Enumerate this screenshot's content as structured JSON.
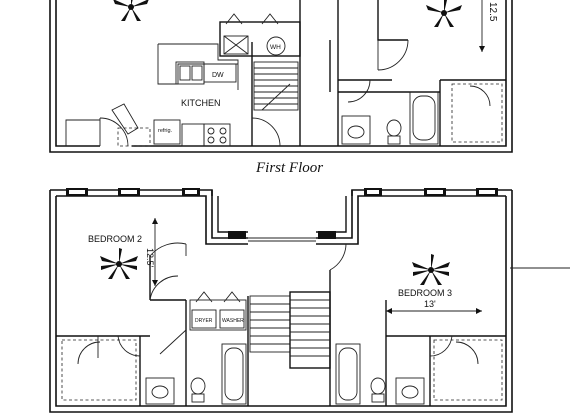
{
  "first_floor": {
    "title": "First Floor",
    "kitchen_label": "KITCHEN",
    "dw_label": "DW",
    "wh_label": "WH",
    "refrig_label": "refrig.",
    "living_dim": "12.5"
  },
  "second_floor": {
    "bedroom2_label": "BEDROOM  2",
    "bedroom2_dim": "12.5'",
    "bedroom3_label": "BEDROOM  3",
    "bedroom3_dim": "13'",
    "dryer_label": "DRYER",
    "washer_label": "WASHER"
  }
}
